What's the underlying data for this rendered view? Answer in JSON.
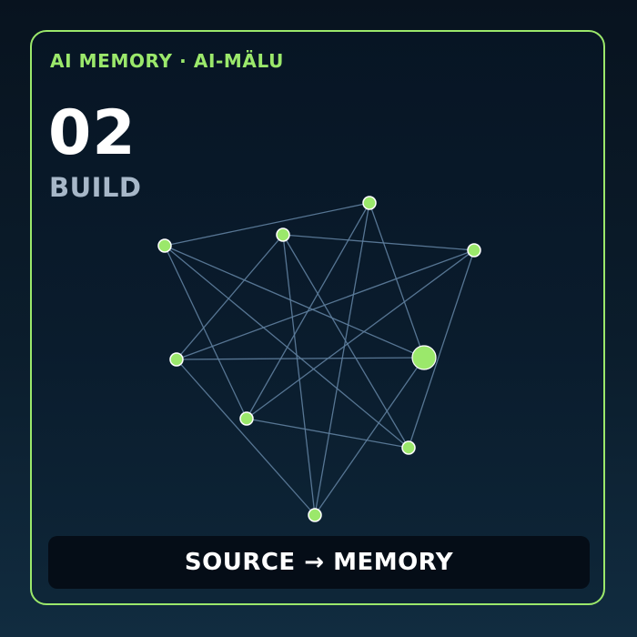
{
  "eyebrow": "AI MEMORY · AI-MÄLU",
  "step": {
    "number": "02",
    "label": "BUILD"
  },
  "footer": {
    "text": "SOURCE → MEMORY"
  },
  "colors": {
    "accent": "#9be86b",
    "node_fill": "#9be86b",
    "node_stroke": "#ffffff",
    "edge": "#5f7f9e",
    "background": "#0a1c2d",
    "footer_background": "#050d17"
  },
  "graph": {
    "node_names": [
      "n-a",
      "n-b",
      "n-c",
      "n-d",
      "n-e",
      "n-f",
      "n-g",
      "n-h",
      "n-i"
    ],
    "highlight_node": "n-h",
    "edges": [
      [
        "n-a",
        "n-c"
      ],
      [
        "n-a",
        "n-h"
      ],
      [
        "n-a",
        "n-g"
      ],
      [
        "n-a",
        "n-f"
      ],
      [
        "n-b",
        "n-d"
      ],
      [
        "n-b",
        "n-e"
      ],
      [
        "n-b",
        "n-g"
      ],
      [
        "n-b",
        "n-i"
      ],
      [
        "n-c",
        "n-f"
      ],
      [
        "n-c",
        "n-i"
      ],
      [
        "n-c",
        "n-h"
      ],
      [
        "n-d",
        "n-e"
      ],
      [
        "n-d",
        "n-f"
      ],
      [
        "n-d",
        "n-g"
      ],
      [
        "n-e",
        "n-h"
      ],
      [
        "n-e",
        "n-i"
      ],
      [
        "n-f",
        "n-g"
      ],
      [
        "n-h",
        "n-i"
      ]
    ]
  }
}
